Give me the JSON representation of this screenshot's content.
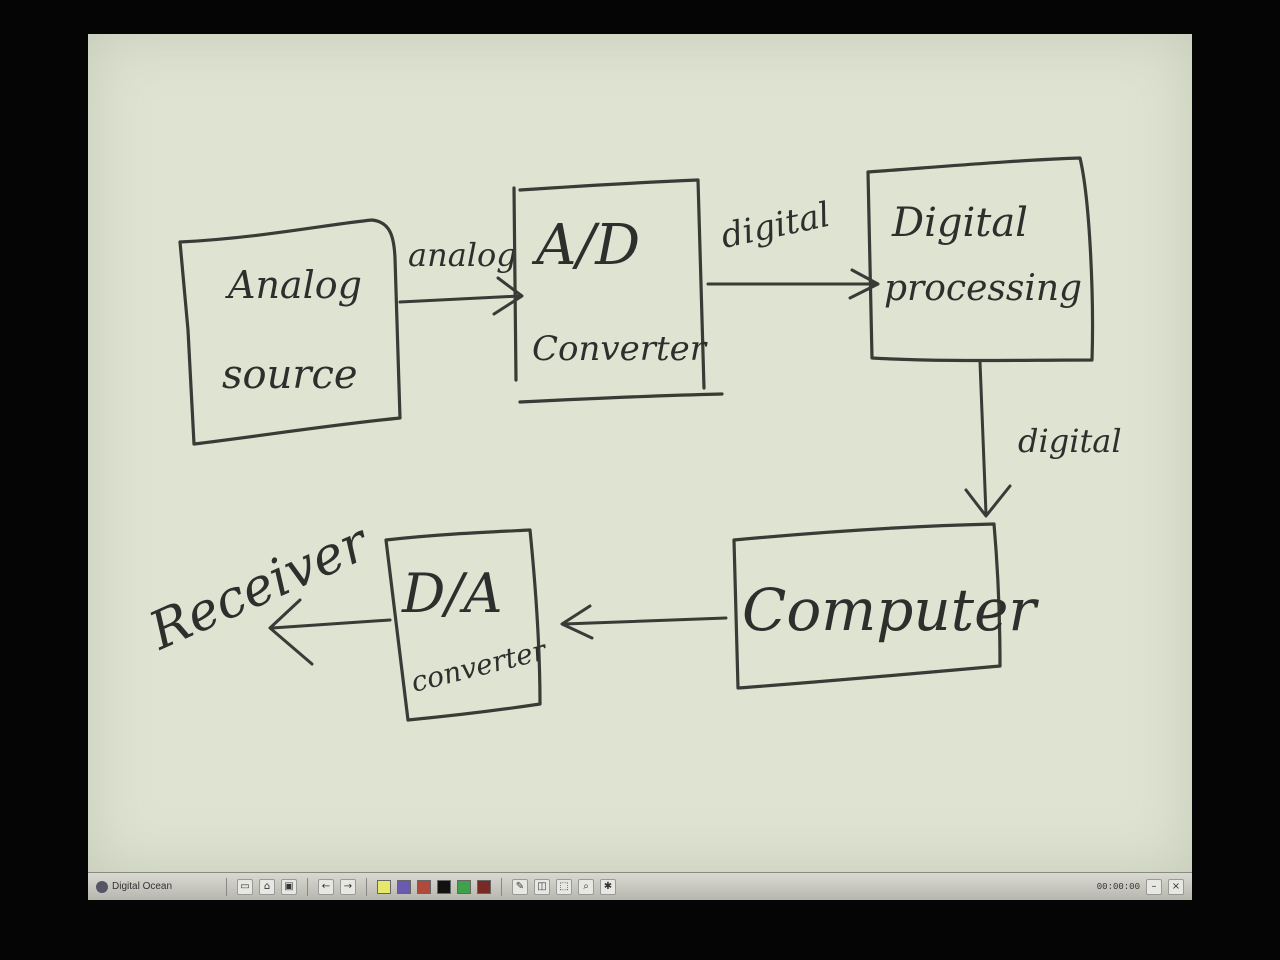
{
  "diagram": {
    "nodes": {
      "analog_source": [
        "Analog",
        "source"
      ],
      "ad_converter": [
        "A/D",
        "Converter"
      ],
      "digital_processing": [
        "Digital",
        "processing"
      ],
      "computer": [
        "Computer"
      ],
      "da_converter": [
        "D/A",
        "converter"
      ],
      "receiver": "Receiver"
    },
    "edge_labels": {
      "source_to_ad": "analog",
      "ad_to_processing": "digital",
      "processing_to_computer": "digital"
    }
  },
  "toolbar": {
    "app_name": "Digital Ocean",
    "colors": [
      "#e6e86a",
      "#6a5bb0",
      "#b04a3a",
      "#111111",
      "#3fa14a",
      "#7a2a24"
    ],
    "icons": [
      "new-page-icon",
      "open-icon",
      "save-icon",
      "undo-icon",
      "redo-icon",
      "pen-icon",
      "eraser-icon",
      "select-icon",
      "zoom-icon",
      "settings-icon"
    ],
    "time": "00:00:00"
  }
}
